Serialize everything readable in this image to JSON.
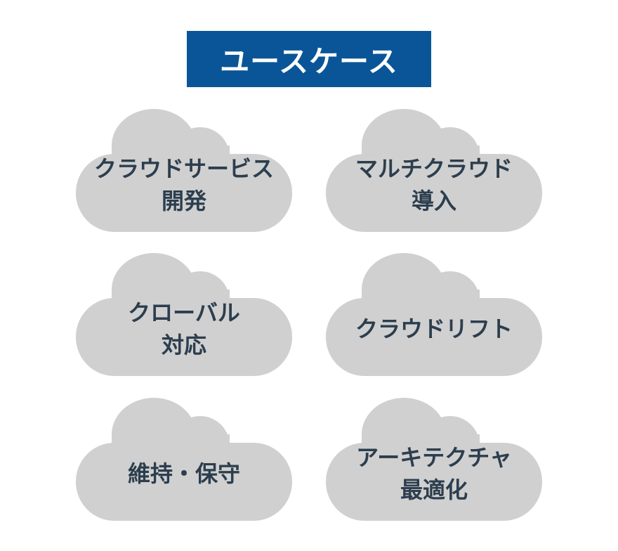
{
  "title": "ユースケース",
  "colors": {
    "title_background": "#0a5597",
    "title_text": "#ffffff",
    "cloud_fill": "#d0d0d0",
    "cloud_text": "#2c3e4e"
  },
  "clouds": [
    {
      "line1": "クラウドサービス",
      "line2": "開発"
    },
    {
      "line1": "マルチクラウド",
      "line2": "導入"
    },
    {
      "line1": "クローバル",
      "line2": "対応"
    },
    {
      "line1": "クラウドリフト",
      "line2": ""
    },
    {
      "line1": "維持・保守",
      "line2": ""
    },
    {
      "line1": "アーキテクチャ",
      "line2": "最適化"
    }
  ]
}
